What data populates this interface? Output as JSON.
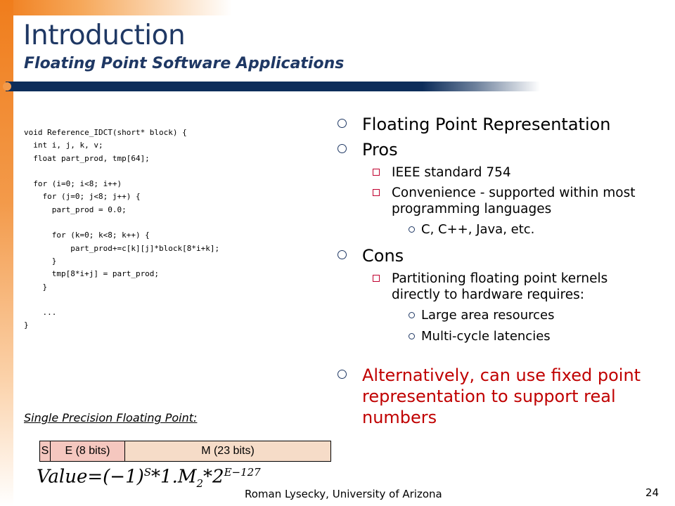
{
  "header": {
    "title": "Introduction",
    "subtitle": "Floating Point Software Applications"
  },
  "code_lines": [
    "void Reference_IDCT(short* block) {",
    "  int i, j, k, v;",
    "  float part_prod, tmp[64];",
    "",
    "  for (i=0; i<8; i++)",
    "    for (j=0; j<8; j++) {",
    "      part_prod = 0.0;",
    "",
    "      for (k=0; k<8; k++) {",
    "          part_prod+=c[k][j]*block[8*i+k];",
    "      }",
    "      tmp[8*i+j] = part_prod;",
    "    }",
    "",
    "    ...",
    "}"
  ],
  "bullets": {
    "representation": "Floating Point Representation",
    "pros": "Pros",
    "ieee": "IEEE standard 754",
    "convenience": "Convenience - supported within most programming languages",
    "languages": "C, C++, Java, etc.",
    "cons": "Cons",
    "partitioning": "Partitioning floating point kernels directly to hardware requires:",
    "area": "Large area resources",
    "latency": "Multi-cycle latencies",
    "alternative": "Alternatively, can use fixed point representation to support real numbers"
  },
  "format": {
    "label": "Single Precision Floating Point:",
    "sign": "S",
    "exponent": "E (8 bits)",
    "mantissa": "M (23 bits)"
  },
  "formula": {
    "lhs": "Value",
    "rhs": "(−1)",
    "sign_exp": "S",
    "mid": "*1.M",
    "sub": "2",
    "base": "*2",
    "exp": "E−127"
  },
  "footer": {
    "author": "Roman Lysecky, University of Arizona",
    "page": "24"
  },
  "colors": {
    "title": "#1f3864",
    "accent_orange": "#f07d1c",
    "rule": "#0d2d5a",
    "highlight": "#c00000"
  }
}
